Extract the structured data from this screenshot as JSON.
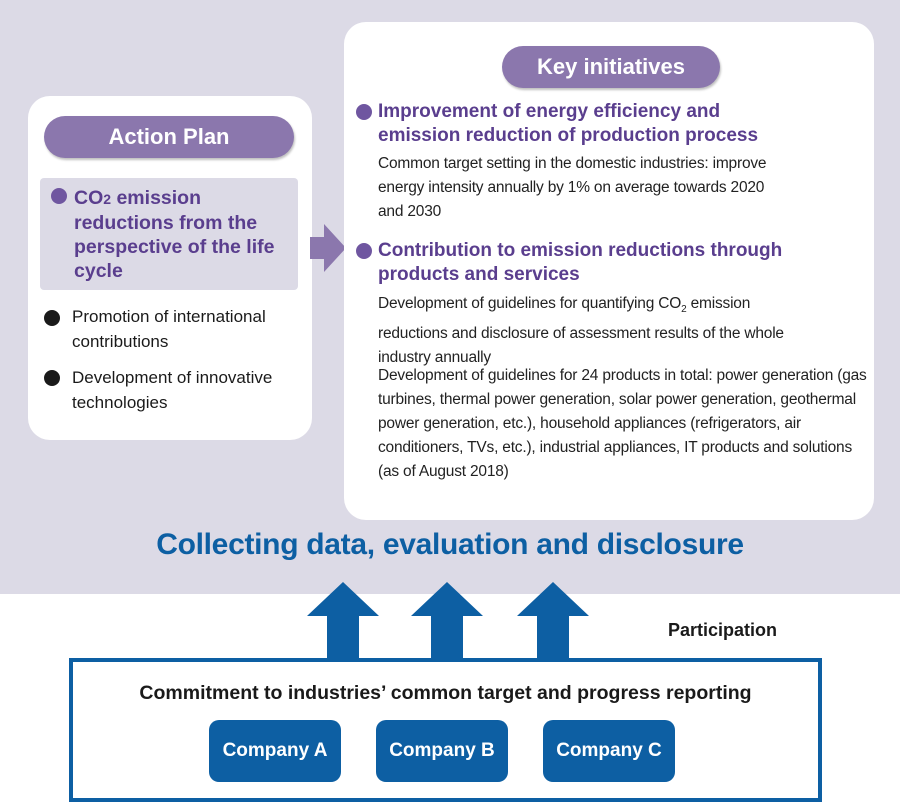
{
  "action_plan": {
    "title": "Action Plan",
    "items": [
      {
        "text_main": "CO",
        "text_sub": "2",
        "text_rest": " emission reductions from the perspective of the life cycle"
      },
      {
        "text": "Promotion of international contributions"
      },
      {
        "text": "Development of innovative technologies"
      }
    ]
  },
  "key_initiatives": {
    "title": "Key initiatives",
    "sections": [
      {
        "heading": "Improvement of energy efficiency and emission reduction of production process",
        "body": "Common target setting in the domestic industries: improve energy intensity annually by 1% on average towards 2020 and 2030"
      },
      {
        "heading": "Contribution to emission reductions through products and services",
        "body_a": "Development of guidelines for quantifying CO",
        "body_a_sub": "2",
        "body_b": " emission reductions  and disclosure of assessment results of the whole industry annually",
        "body_c": "Development of guidelines for 24 products in total: power generation (gas turbines, thermal power generation, solar power generation, geothermal power generation, etc.), household appliances (refrigerators, air conditioners, TVs, etc.), industrial appliances, IT products and solutions (as of August 2018)"
      }
    ]
  },
  "collecting_title": "Collecting data, evaluation and disclosure",
  "participation_label": "Participation",
  "commitment": {
    "title": "Commitment to industries’ common target and progress reporting",
    "companies": [
      "Company A",
      "Company B",
      "Company C"
    ]
  },
  "colors": {
    "panel_bg": "#dcdae6",
    "purple_pill": "#8b77ad",
    "purple_text": "#5a3e8e",
    "blue": "#0d5fa3"
  }
}
